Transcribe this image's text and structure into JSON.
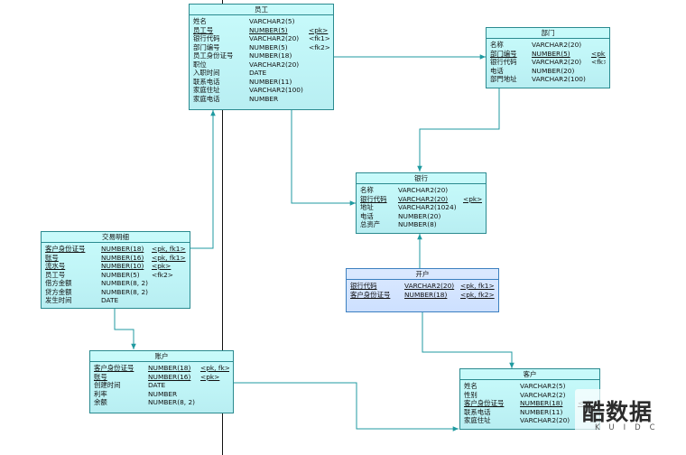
{
  "tables": {
    "employee": {
      "title": "员工",
      "rows": [
        [
          "姓名",
          "VARCHAR2(5)",
          ""
        ],
        [
          "员工号",
          "NUMBER(5)",
          "<pk>"
        ],
        [
          "银行代码",
          "VARCHAR2(20)",
          "<fk1>"
        ],
        [
          "部门编号",
          "NUMBER(5)",
          "<fk2>"
        ],
        [
          "员工身份证号",
          "NUMBER(18)",
          ""
        ],
        [
          "职位",
          "VARCHAR2(20)",
          ""
        ],
        [
          "入职时间",
          "DATE",
          ""
        ],
        [
          "联系电话",
          "NUMBER(11)",
          ""
        ],
        [
          "家庭住址",
          "VARCHAR2(100)",
          ""
        ],
        [
          "家庭电话",
          "NUMBER",
          ""
        ]
      ],
      "keys": [
        1
      ]
    },
    "department": {
      "title": "部门",
      "rows": [
        [
          "名称",
          "VARCHAR2(20)",
          ""
        ],
        [
          "部门编号",
          "NUMBER(5)",
          "<pk>"
        ],
        [
          "银行代码",
          "VARCHAR2(20)",
          "<fk>"
        ],
        [
          "电话",
          "NUMBER(20)",
          ""
        ],
        [
          "部門地址",
          "VARCHAR2(100)",
          ""
        ]
      ],
      "keys": [
        1
      ]
    },
    "bank": {
      "title": "银行",
      "rows": [
        [
          "名称",
          "VARCHAR2(20)",
          ""
        ],
        [
          "银行代码",
          "VARCHAR2(20)",
          "<pk>"
        ],
        [
          "地址",
          "VARCHAR2(1024)",
          ""
        ],
        [
          "电话",
          "NUMBER(20)",
          ""
        ],
        [
          "总资产",
          "NUMBER(8)",
          ""
        ]
      ],
      "keys": [
        1
      ]
    },
    "transaction": {
      "title": "交易明细",
      "rows": [
        [
          "客户身份证号",
          "NUMBER(18)",
          "<pk, fk1>"
        ],
        [
          "账号",
          "NUMBER(16)",
          "<pk, fk1>"
        ],
        [
          "流水号",
          "NUMBER(10)",
          "<pk>"
        ],
        [
          "员工号",
          "NUMBER(5)",
          "<fk2>"
        ],
        [
          "借方金额",
          "NUMBER(8, 2)",
          ""
        ],
        [
          "贷方金额",
          "NUMBER(8, 2)",
          ""
        ],
        [
          "发生时间",
          "DATE",
          ""
        ]
      ],
      "keys": [
        0,
        1,
        2
      ]
    },
    "open_account": {
      "title": "开户",
      "rows": [
        [
          "银行代码",
          "VARCHAR2(20)",
          "<pk, fk1>"
        ],
        [
          "客户身份证号",
          "NUMBER(18)",
          "<pk, fk2>"
        ]
      ],
      "keys": [
        0,
        1
      ]
    },
    "account": {
      "title": "账户",
      "rows": [
        [
          "客户身份证号",
          "NUMBER(18)",
          "<pk, fk>"
        ],
        [
          "账号",
          "NUMBER(16)",
          "<pk>"
        ],
        [
          "创建时间",
          "DATE",
          ""
        ],
        [
          "利率",
          "NUMBER",
          ""
        ],
        [
          "余额",
          "NUMBER(8, 2)",
          ""
        ]
      ],
      "keys": [
        0,
        1
      ]
    },
    "customer": {
      "title": "客户",
      "rows": [
        [
          "姓名",
          "VARCHAR2(5)",
          ""
        ],
        [
          "性别",
          "VARCHAR2(2)",
          ""
        ],
        [
          "客户身份证号",
          "NUMBER(18)",
          "<pk>"
        ],
        [
          "联系电话",
          "NUMBER(11)",
          ""
        ],
        [
          "家庭住址",
          "VARCHAR2(20)",
          ""
        ]
      ],
      "keys": [
        2
      ]
    }
  },
  "watermark": {
    "main": "酷数据",
    "sub": "KUIDC"
  },
  "colors": {
    "line": "#1f9aa0",
    "border": "#2a8a8f",
    "entity_fill": "#c4f8f8",
    "association_fill": "#d4e6ff"
  }
}
